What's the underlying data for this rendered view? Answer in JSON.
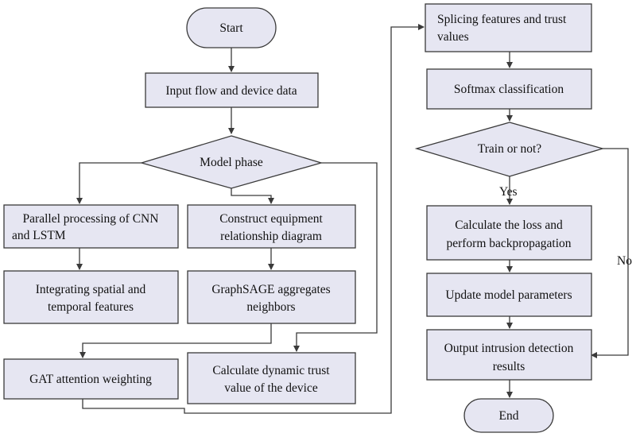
{
  "nodes": {
    "start": "Start",
    "input": "Input flow and device data",
    "model_phase": "Model phase",
    "cnn_lstm_l1": "Parallel processing of CNN",
    "cnn_lstm_l2": "and LSTM",
    "construct_l1": "Construct equipment",
    "construct_l2": "relationship diagram",
    "integrate_l1": "Integrating spatial and",
    "integrate_l2": "temporal features",
    "graphsage_l1": "GraphSAGE aggregates",
    "graphsage_l2": "neighbors",
    "gat": "GAT attention weighting",
    "trust_l1": "Calculate dynamic trust",
    "trust_l2": "value of the device",
    "splice_l1": "Splicing features and trust",
    "splice_l2": "values",
    "softmax": "Softmax classification",
    "train": "Train or not?",
    "loss_l1": "Calculate the loss and",
    "loss_l2": "perform backpropagation",
    "update": "Update model parameters",
    "output_l1": "Output intrusion detection",
    "output_l2": "results",
    "end": "End"
  },
  "edge_labels": {
    "yes": "Yes",
    "no": "No"
  }
}
